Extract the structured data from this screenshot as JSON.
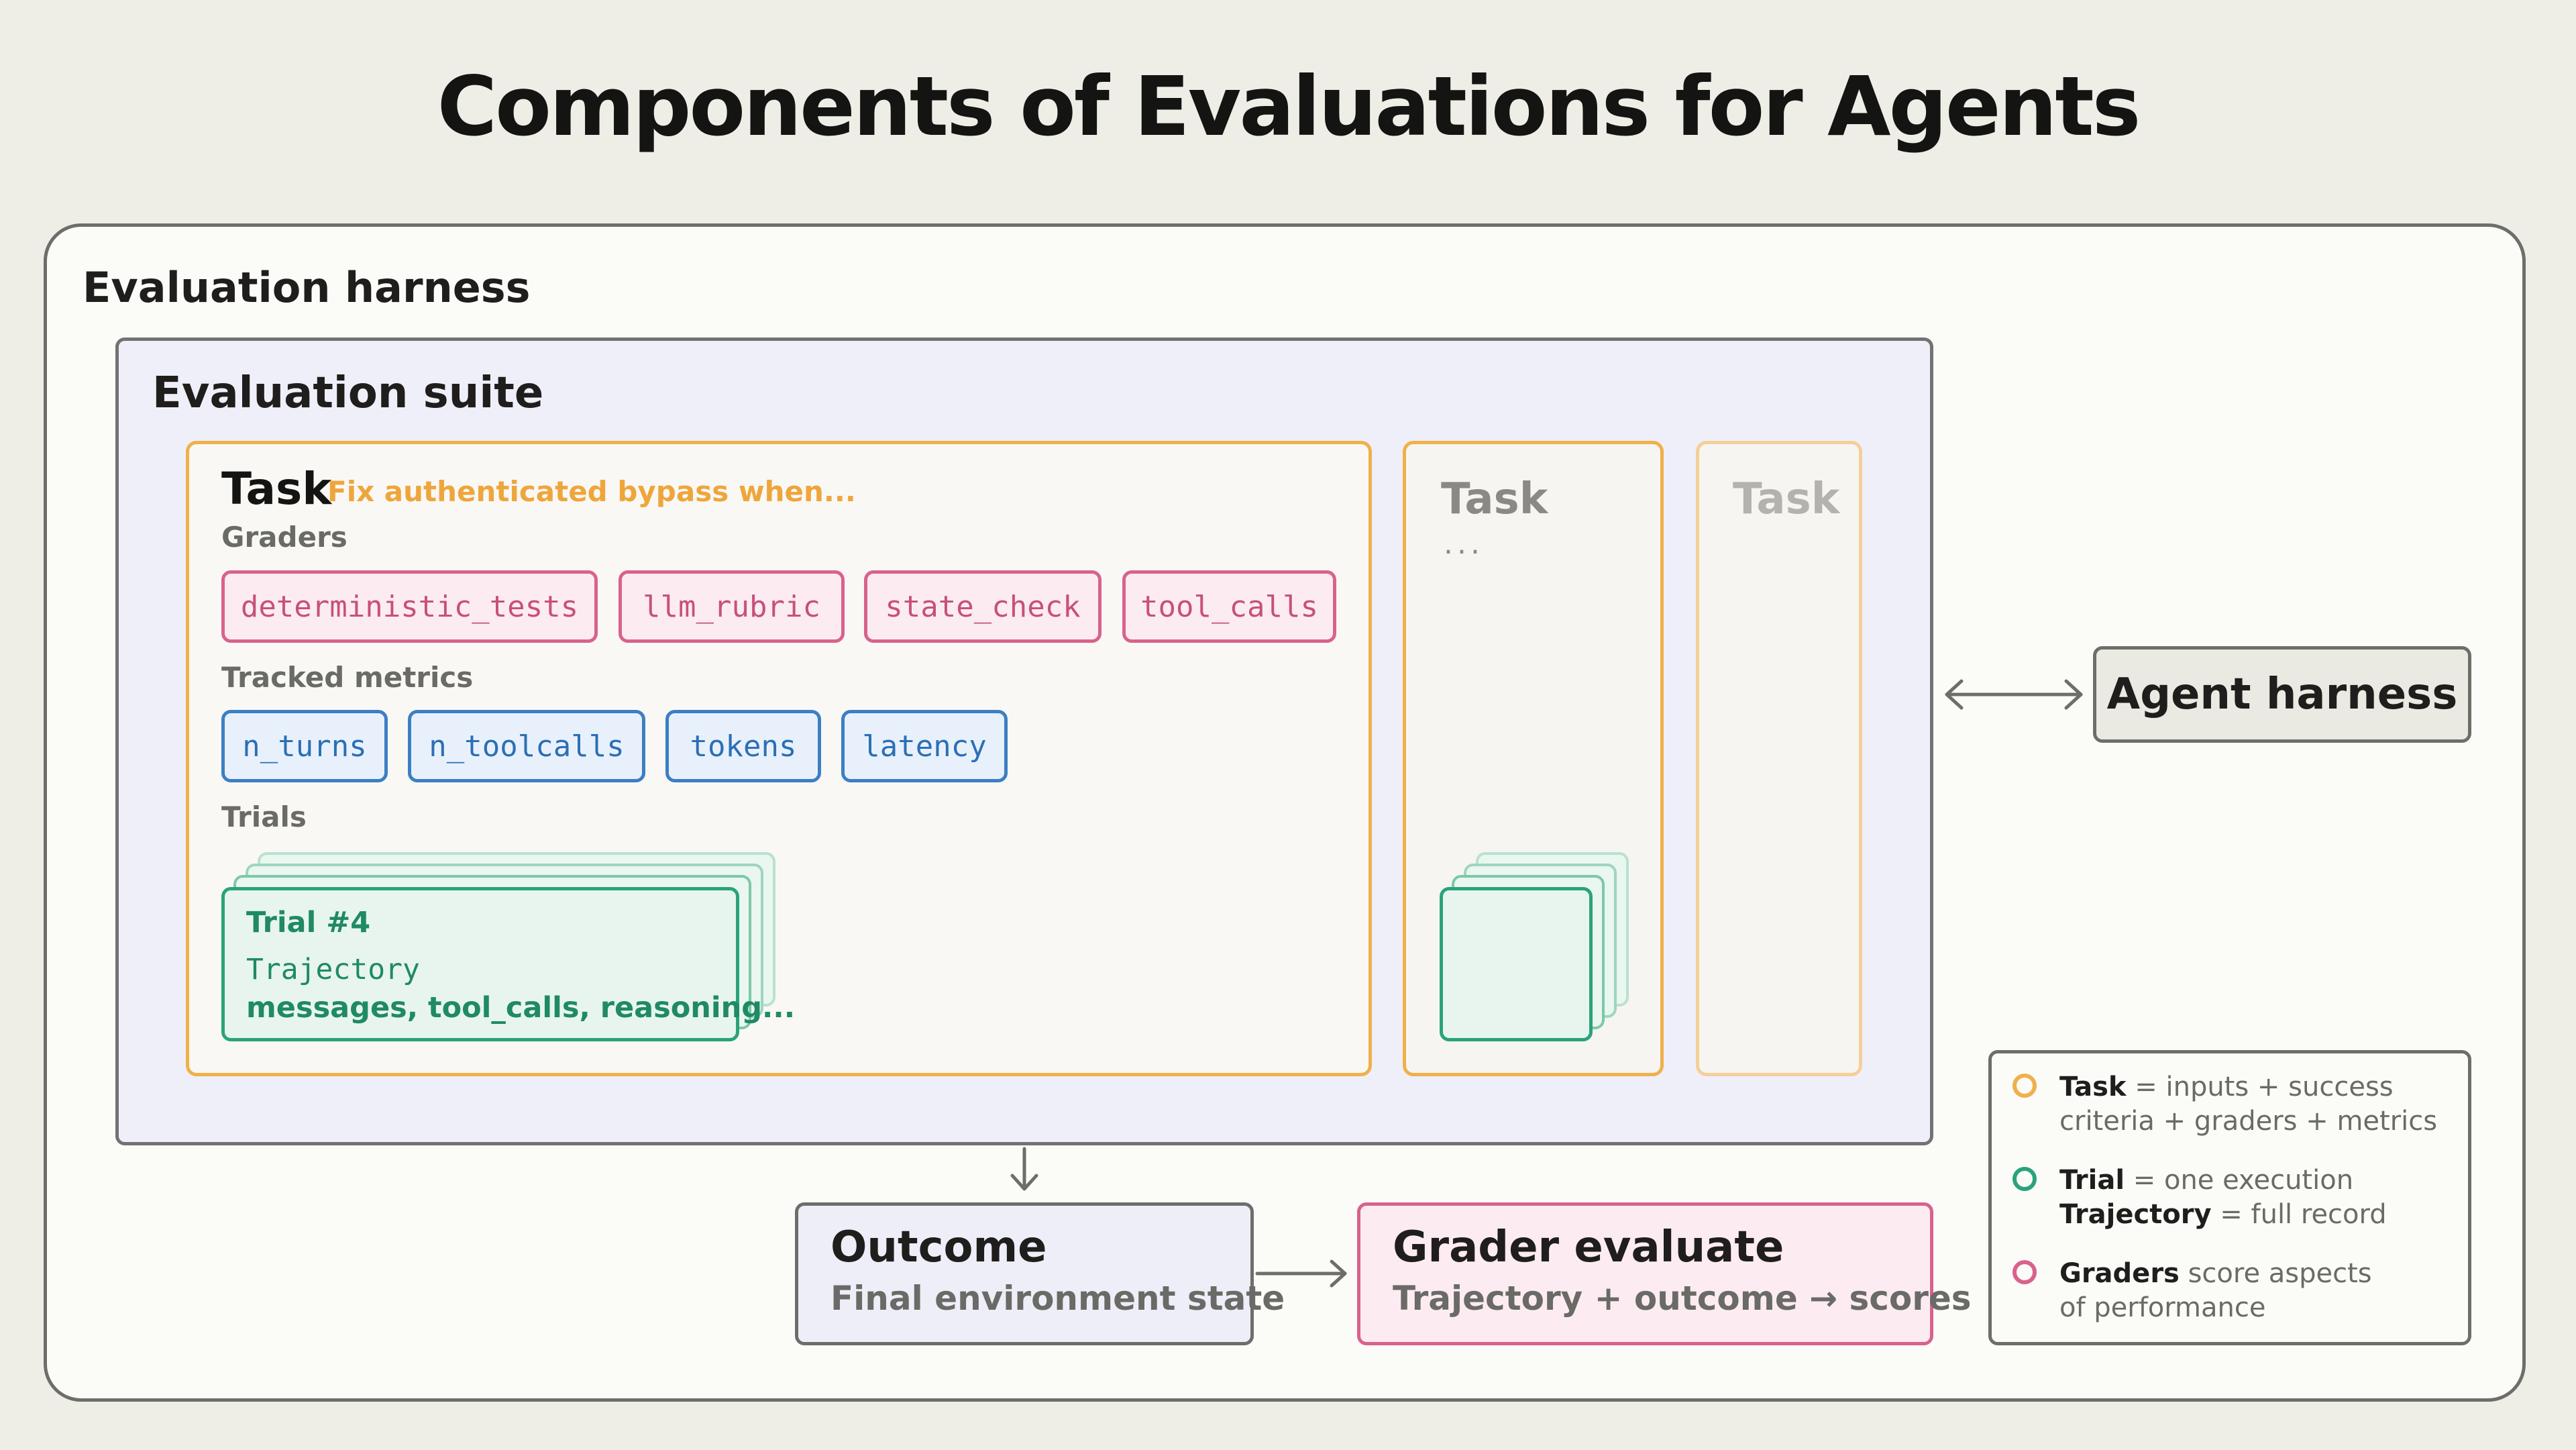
{
  "title": "Components of Evaluations for Agents",
  "harness": {
    "label": "Evaluation harness"
  },
  "suite": {
    "label": "Evaluation suite"
  },
  "task_main": {
    "label": "Task",
    "subtitle": "Fix authenticated bypass when...",
    "graders_label": "Graders",
    "graders": [
      "deterministic_tests",
      "llm_rubric",
      "state_check",
      "tool_calls"
    ],
    "metrics_label": "Tracked metrics",
    "metrics": [
      "n_turns",
      "n_toolcalls",
      "tokens",
      "latency"
    ],
    "trials_label": "Trials",
    "trial": {
      "title": "Trial #4",
      "trajectory_label": "Trajectory",
      "trajectory_desc": "messages, tool_calls, reasoning..."
    }
  },
  "task_2": {
    "label": "Task",
    "ellipsis": "..."
  },
  "task_3": {
    "label": "Task"
  },
  "agent_harness": {
    "label": "Agent harness"
  },
  "outcome": {
    "title": "Outcome",
    "subtitle": "Final environment state"
  },
  "grader_evaluate": {
    "title": "Grader evaluate",
    "subtitle": "Trajectory + outcome → scores"
  },
  "legend": {
    "items": [
      {
        "term": "Task",
        "line1_rest": " = inputs + success",
        "line2": "criteria + graders + metrics",
        "color": "#f0b04a"
      },
      {
        "term": "Trial",
        "line1_rest": " = one execution",
        "line2_term": "Trajectory",
        "line2_rest": " = full record",
        "color": "#2aa37a"
      },
      {
        "term": "Graders",
        "line1_rest": " score aspects",
        "line2": "of performance",
        "color": "#d9628d"
      }
    ]
  },
  "colors": {
    "task": "#f0b04a",
    "trial": "#2aa37a",
    "grader": "#d9628d",
    "metric": "#3b7fc4",
    "suite_bg": "#efeffa",
    "page_bg": "#efeee6"
  }
}
